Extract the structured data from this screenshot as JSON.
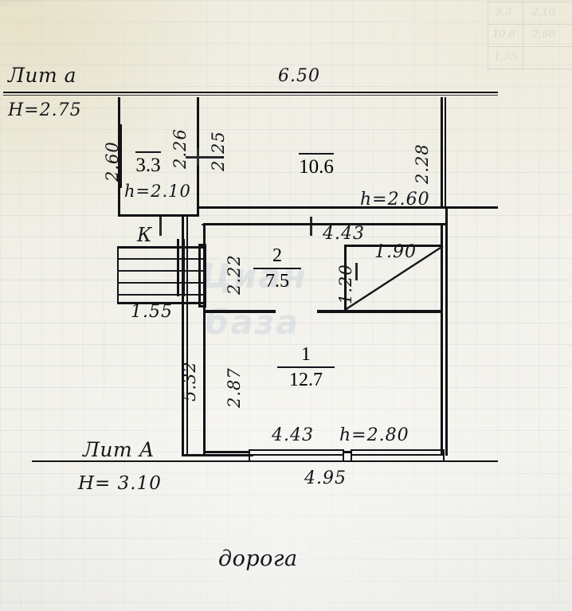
{
  "document": {
    "kind": "technical-floor-plan",
    "background": "ruled-graph-paper",
    "ink_color": "#16161a"
  },
  "litera_a_small": {
    "caption": "Лит а",
    "height_label": "H=2.75"
  },
  "litera_a_capital": {
    "caption": "Лит А",
    "height_label": "H= 3.10"
  },
  "bottom_caption": {
    "text": "дорога"
  },
  "dimensions": {
    "top_overall": "6.50",
    "left_upper": "2.60",
    "room_3_3_right": "2.26",
    "corridor_width": "2.25",
    "right_upper": "2.28",
    "room_2_left": "2.22",
    "room_1_left": "2.87",
    "outer_left": "5.32",
    "stairs_width": "1.55",
    "room_2_top": "4.43",
    "stair_landing_width": "1.90",
    "stair_landing_depth": "1.20",
    "room_1_bottom": "4.43",
    "bottom_overall": "4.95"
  },
  "rooms": [
    {
      "id": "room-3-3",
      "number": "",
      "area": "3.3",
      "ceiling": "h=2.10",
      "marker": ""
    },
    {
      "id": "room-10-6",
      "number": "",
      "area": "10.6",
      "ceiling": "h=2.60",
      "marker": ""
    },
    {
      "id": "room-2",
      "number": "2",
      "area": "7.5",
      "ceiling": "",
      "marker": ""
    },
    {
      "id": "room-1",
      "number": "1",
      "area": "12.7",
      "ceiling": "h=2.80",
      "marker": ""
    }
  ],
  "annotations": {
    "kitchen_marker": "К"
  },
  "ghost_table": {
    "rows": [
      [
        "3,3",
        "2,10"
      ],
      [
        "10,6",
        "2,60"
      ],
      [
        "1,55",
        ""
      ]
    ]
  },
  "watermark": {
    "line1": "Циан",
    "line2": "база"
  }
}
